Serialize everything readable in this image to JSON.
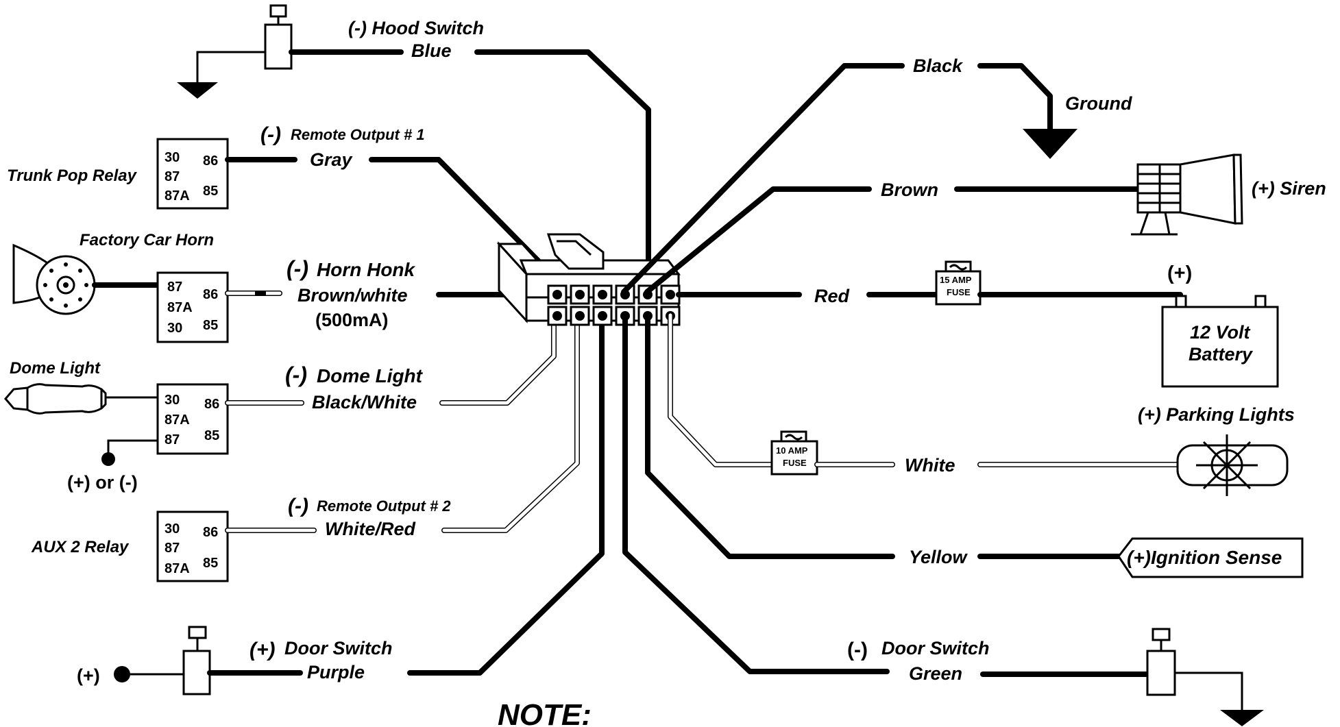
{
  "labels": {
    "hood_switch_polarity": "(-) Hood Switch",
    "hood_switch_color": "Blue",
    "remote_output_1_polarity": "(-)",
    "remote_output_1_title": "Remote Output # 1",
    "remote_output_1_color": "Gray",
    "trunk_pop_relay": "Trunk Pop Relay",
    "factory_car_horn": "Factory Car Horn",
    "horn_honk_polarity": "(-)",
    "horn_honk_title": "Horn Honk",
    "horn_honk_color": "Brown/white",
    "horn_honk_current": "(500mA)",
    "dome_light_device": "Dome Light",
    "dome_light_polarity": "(-)",
    "dome_light_title": "Dome Light",
    "dome_light_color": "Black/White",
    "dome_light_plus_minus": "(+) or (-)",
    "remote_output_2_polarity": "(-)",
    "remote_output_2_title": "Remote Output # 2",
    "remote_output_2_color": "White/Red",
    "aux2_relay": "AUX 2 Relay",
    "door_switch_plus_polarity": "(+)",
    "door_switch_plus_title": "Door  Switch",
    "door_switch_plus_color": "Purple",
    "door_switch_plus_source": "(+)",
    "note": "NOTE:",
    "black": "Black",
    "ground": "Ground",
    "brown": "Brown",
    "siren": "(+) Siren",
    "red": "Red",
    "fuse_15_line1": "15 AMP",
    "fuse_15_line2": "FUSE",
    "battery_plus": "(+)",
    "battery_line1": "12 Volt",
    "battery_line2": "Battery",
    "parking_lights": "(+) Parking Lights",
    "fuse_10_line1": "10 AMP",
    "fuse_10_line2": "FUSE",
    "white": "White",
    "yellow": "Yellow",
    "ignition_sense": "(+)Ignition Sense",
    "door_switch_minus_polarity": "(-)",
    "door_switch_minus_title": "Door  Switch",
    "door_switch_minus_color": "Green"
  },
  "relays": {
    "trunk_pop": [
      "30",
      "86",
      "87",
      "85",
      "87A"
    ],
    "horn": [
      "87",
      "86",
      "87A",
      "85",
      "30"
    ],
    "dome": [
      "30",
      "86",
      "87A",
      "85",
      "87"
    ],
    "aux2": [
      "30",
      "86",
      "87",
      "85",
      "87A"
    ]
  }
}
